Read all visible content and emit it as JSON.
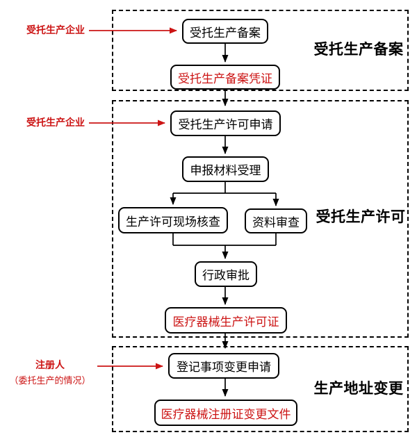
{
  "diagram": {
    "colors": {
      "accent_red": "#CC1414",
      "line_black": "#000000"
    },
    "sections": [
      {
        "title": "受托生产备案"
      },
      {
        "title": "受托生产许可"
      },
      {
        "title": "生产地址变更"
      }
    ],
    "actors": [
      {
        "label": "受托生产企业"
      },
      {
        "label": "受托生产企业"
      },
      {
        "label": "注册人",
        "note": "（委托生产的情况）"
      }
    ],
    "nodes": [
      {
        "label": "受托生产备案"
      },
      {
        "label": "受托生产备案凭证"
      },
      {
        "label": "受托生产许可申请"
      },
      {
        "label": "申报材料受理"
      },
      {
        "label": "生产许可现场核查"
      },
      {
        "label": "资料审查"
      },
      {
        "label": "行政审批"
      },
      {
        "label": "医疗器械生产许可证"
      },
      {
        "label": "登记事项变更申请"
      },
      {
        "label": "医疗器械注册证变更文件"
      }
    ]
  }
}
